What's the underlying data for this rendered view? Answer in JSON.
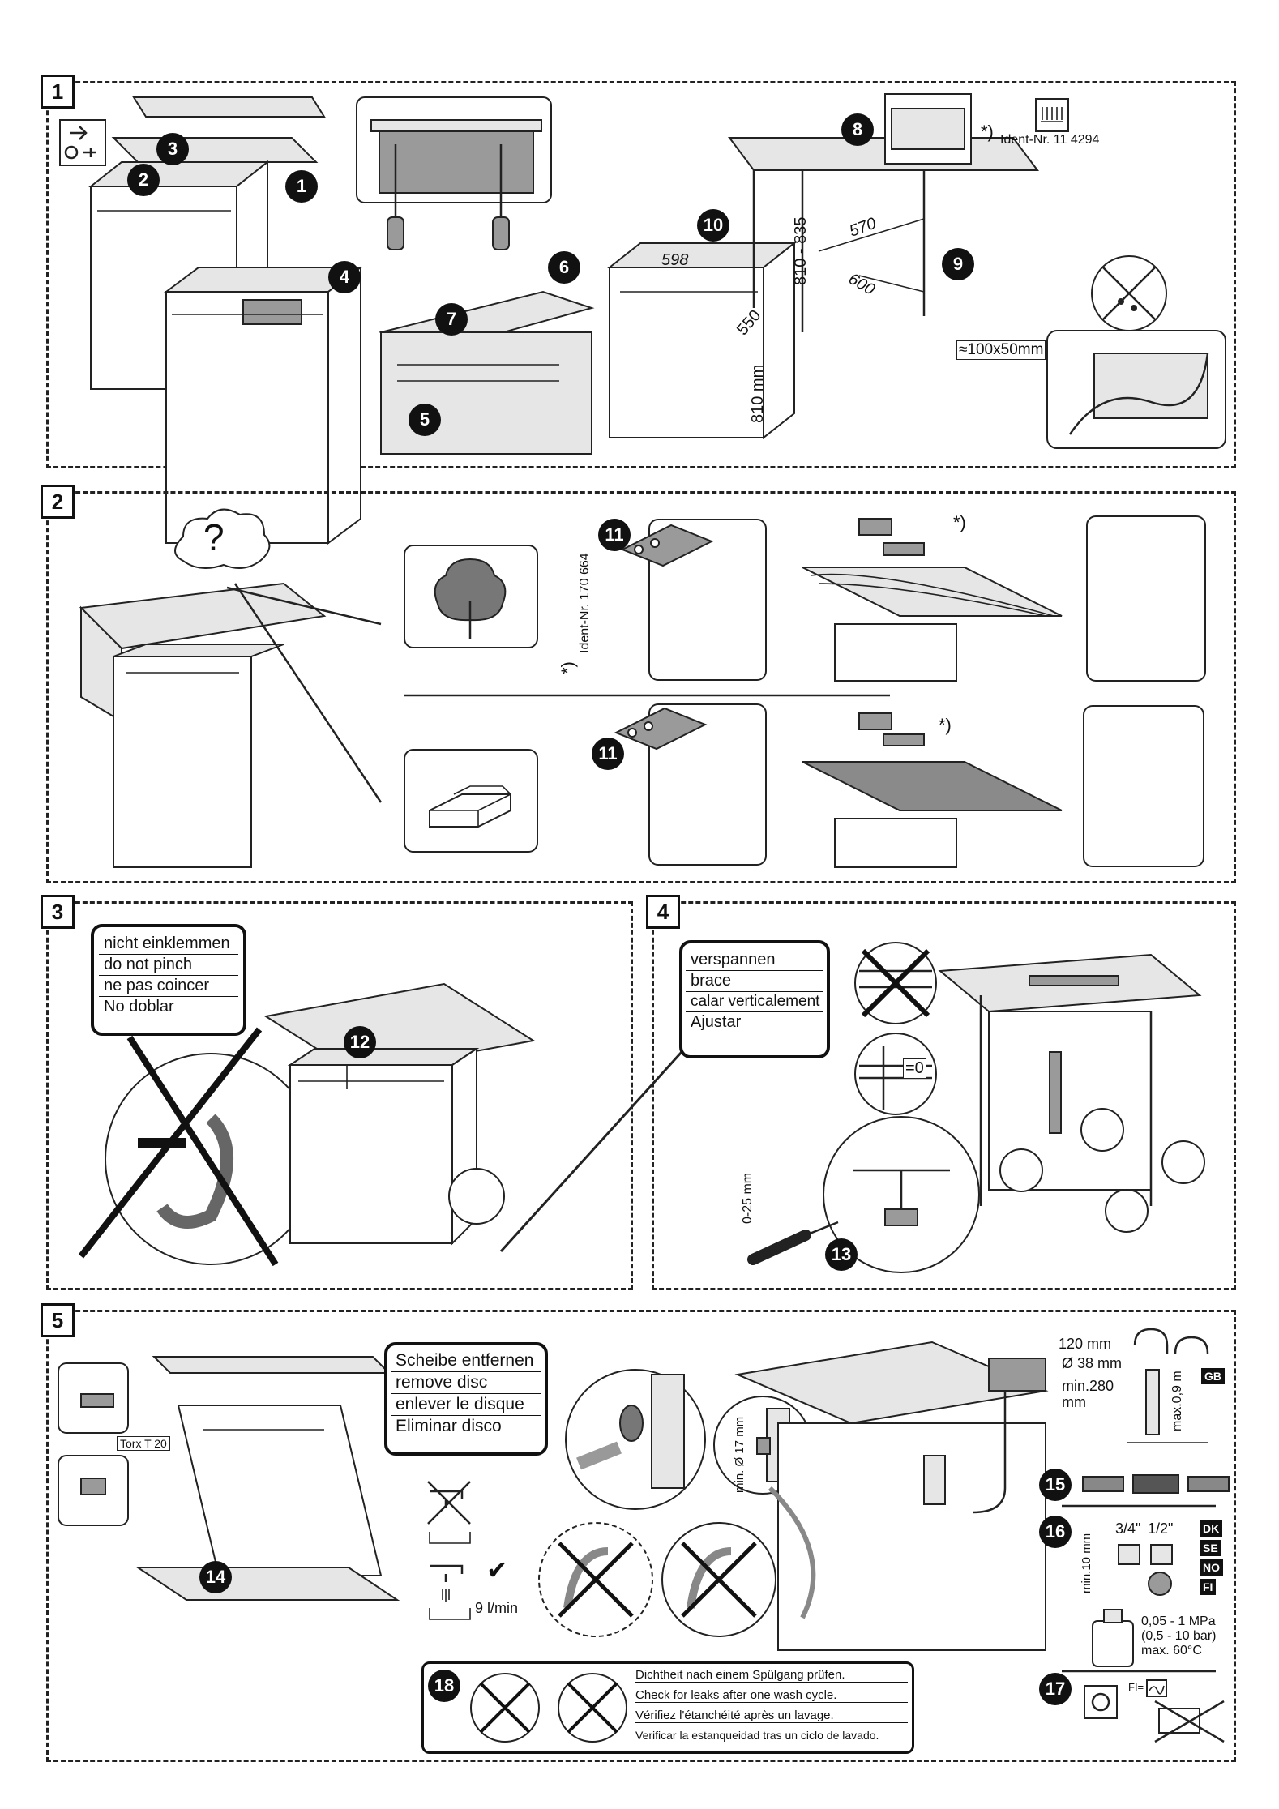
{
  "panels": {
    "p1": {
      "num": "1"
    },
    "p2": {
      "num": "2"
    },
    "p3": {
      "num": "3"
    },
    "p4": {
      "num": "4"
    },
    "p5": {
      "num": "5"
    }
  },
  "steps": {
    "s1": "1",
    "s2": "2",
    "s3": "3",
    "s4": "4",
    "s5": "5",
    "s6": "6",
    "s7": "7",
    "s8": "8",
    "s9": "9",
    "s10": "10",
    "s11a": "11",
    "s11b": "11",
    "s12": "12",
    "s13": "13",
    "s14": "14",
    "s15": "15",
    "s16": "16",
    "s17": "17",
    "s18": "18"
  },
  "panel1": {
    "ident": "Ident-Nr. 11 4294",
    "footnote": "*)",
    "dim_598": "598",
    "dim_550": "550",
    "dim_810mm": "810 mm",
    "dim_810_835": "810 - 835",
    "dim_570": "570",
    "dim_600": "600",
    "dim_hole": "≈100x50mm"
  },
  "panel2": {
    "question": "?",
    "ident": "Ident-Nr. 170 664",
    "footnote": "*)",
    "footnote_top": "*)",
    "footnote_bottom": "*)"
  },
  "panel3": {
    "warning": [
      "nicht einklemmen",
      "do not pinch",
      "ne pas coincer",
      "No doblar"
    ]
  },
  "panel4": {
    "instruction": [
      "verspannen",
      "brace",
      "calar verticalement",
      "Ajustar"
    ],
    "zero": "=0",
    "range": "0-25 mm"
  },
  "panel5": {
    "torx": "Torx T 20",
    "disc": [
      "Scheibe entfernen",
      "remove disc",
      "enlever le disque",
      "Eliminar disco"
    ],
    "flow": "9 l/min",
    "check": "✔",
    "min17": "min. Ø 17 mm",
    "h120": "120 mm",
    "d38": "Ø 38 mm",
    "min280": "min.280",
    "mm": "mm",
    "max09": "max.0,9 m",
    "gb": "GB",
    "min10": "min.10 mm",
    "thread34": "3/4\"",
    "thread12": "1/2\"",
    "countries": [
      "DK",
      "SE",
      "NO",
      "FI"
    ],
    "pressure": [
      "0,05 - 1 MPa",
      "(0,5 - 10 bar)",
      "max. 60°C"
    ],
    "fi": "FI=",
    "leaks": [
      "Dichtheit nach einem Spülgang prüfen.",
      "Check for leaks after one wash cycle.",
      "Vérifiez l'étanchéité après un lavage.",
      "Verificar la estanqueidad tras un ciclo de lavado."
    ]
  }
}
